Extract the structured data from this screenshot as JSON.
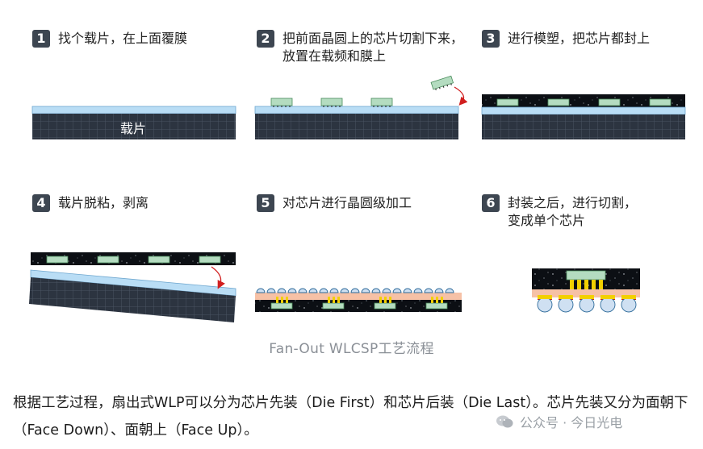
{
  "steps": [
    {
      "num": "1",
      "lines": [
        "找个载片，在上面覆膜"
      ]
    },
    {
      "num": "2",
      "lines": [
        "把前面晶圆上的芯片切割下来，",
        "放置在载频和膜上"
      ]
    },
    {
      "num": "3",
      "lines": [
        "进行模塑，把芯片都封上"
      ]
    },
    {
      "num": "4",
      "lines": [
        "载片脱粘，剥离"
      ]
    },
    {
      "num": "5",
      "lines": [
        "对芯片进行晶圆级加工"
      ]
    },
    {
      "num": "6",
      "lines": [
        "封装之后，进行切割，",
        "变成单个芯片"
      ]
    }
  ],
  "carrier_label": "载片",
  "caption": "Fan-Out WLCSP工艺流程",
  "paragraph": "根据工艺过程，扇出式WLP可以分为芯片先装（Die First）和芯片后装（Die Last）。芯片先装又分为面朝下（Face Down）、面朝上（Face Up）。",
  "watermark": "公众号 · 今日光电",
  "colors": {
    "badge": "#3d4651",
    "film": "#b9ddf5",
    "carrier": "#2c3440",
    "chip": "#b4dcc0",
    "mold": "#0c0f14",
    "redistribution": "#f6c1a6",
    "bump": "#cfe0f2",
    "pad": "#f2d000",
    "arrow": "#d11f1f"
  }
}
